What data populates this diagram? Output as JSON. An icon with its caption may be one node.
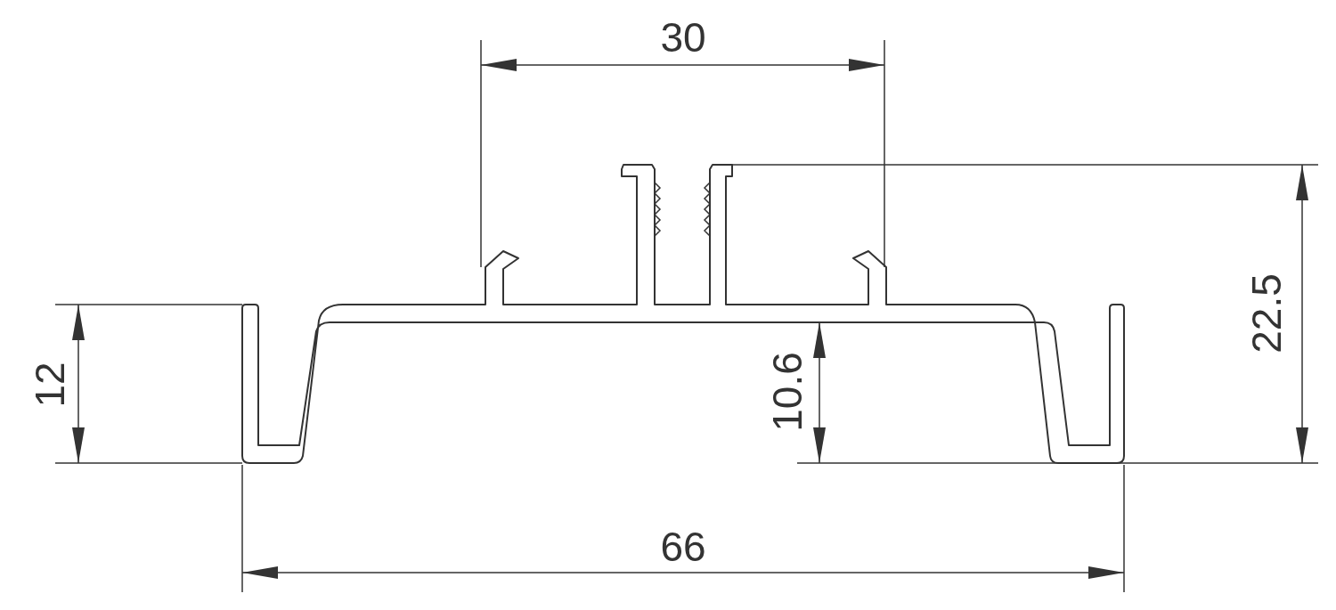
{
  "diagram": {
    "labels": [
      "30",
      "22.5",
      "12",
      "10.6",
      "66"
    ]
  }
}
